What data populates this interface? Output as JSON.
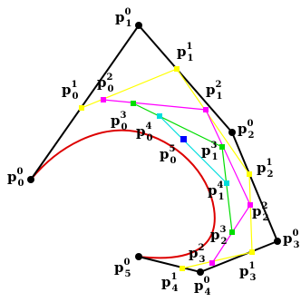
{
  "colors": {
    "control_polygon": "#000000",
    "level1": "#ffff00",
    "level2": "#ff00ff",
    "level3": "#00dd00",
    "level4": "#00dddd",
    "level5": "#0000ff",
    "curve": "#dd0000"
  },
  "labels": {
    "p0_0": {
      "base": "p",
      "sub": "0",
      "sup": "0"
    },
    "p1_0": {
      "base": "p",
      "sub": "1",
      "sup": "0"
    },
    "p2_0": {
      "base": "p",
      "sub": "2",
      "sup": "0"
    },
    "p3_0": {
      "base": "p",
      "sub": "3",
      "sup": "0"
    },
    "p4_0": {
      "base": "p",
      "sub": "4",
      "sup": "0"
    },
    "p5_0": {
      "base": "p",
      "sub": "5",
      "sup": "0"
    },
    "p0_1": {
      "base": "p",
      "sub": "0",
      "sup": "1"
    },
    "p1_1": {
      "base": "p",
      "sub": "1",
      "sup": "1"
    },
    "p2_1": {
      "base": "p",
      "sub": "2",
      "sup": "1"
    },
    "p3_1": {
      "base": "p",
      "sub": "3",
      "sup": "1"
    },
    "p4_1": {
      "base": "p",
      "sub": "4",
      "sup": "1"
    },
    "p0_2": {
      "base": "p",
      "sub": "0",
      "sup": "2"
    },
    "p1_2": {
      "base": "p",
      "sub": "1",
      "sup": "2"
    },
    "p2_2": {
      "base": "p",
      "sub": "2",
      "sup": "2"
    },
    "p3_2": {
      "base": "p",
      "sub": "3",
      "sup": "2"
    },
    "p0_3": {
      "base": "p",
      "sub": "0",
      "sup": "3"
    },
    "p1_3": {
      "base": "p",
      "sub": "1",
      "sup": "3"
    },
    "p2_3": {
      "base": "p",
      "sub": "2",
      "sup": "3"
    },
    "p0_4": {
      "base": "p",
      "sub": "0",
      "sup": "4"
    },
    "p1_4": {
      "base": "p",
      "sub": "1",
      "sup": "4"
    },
    "p0_5": {
      "base": "p",
      "sub": "0",
      "sup": "5"
    }
  }
}
